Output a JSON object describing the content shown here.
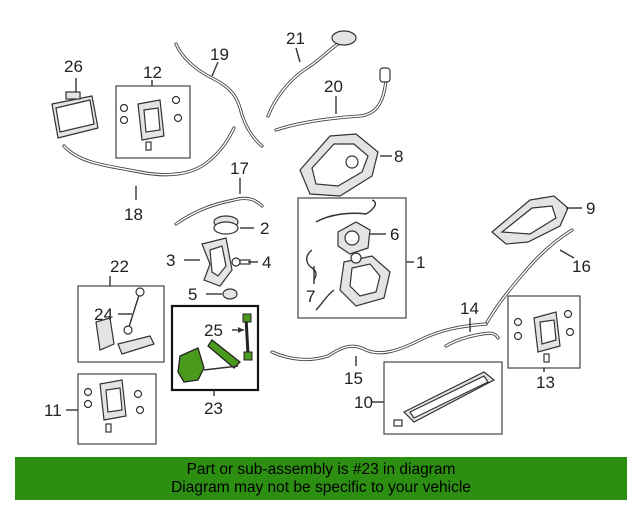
{
  "callouts": {
    "n1": "1",
    "n2": "2",
    "n3": "3",
    "n4": "4",
    "n5": "5",
    "n6": "6",
    "n7": "7",
    "n8": "8",
    "n9": "9",
    "n10": "10",
    "n11": "11",
    "n12": "12",
    "n13": "13",
    "n14": "14",
    "n15": "15",
    "n16": "16",
    "n17": "17",
    "n18": "18",
    "n19": "19",
    "n20": "20",
    "n21": "21",
    "n22": "22",
    "n23": "23",
    "n24": "24",
    "n25": "25",
    "n26": "26"
  },
  "highlight": {
    "part_color": "#4a9a1e",
    "banner_color": "#2d8f11"
  },
  "banner": {
    "line1": "Part or sub-assembly is #23 in diagram",
    "line2": "Diagram may not be specific to your vehicle"
  }
}
